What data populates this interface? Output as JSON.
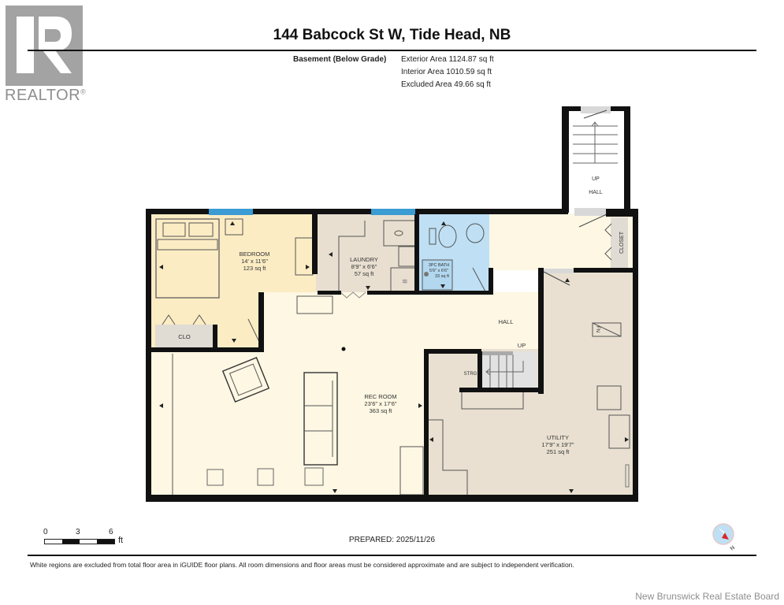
{
  "branding": {
    "logo_letter": "R",
    "logo_text": "REALTOR",
    "logo_mark": "®",
    "board_credit": "New Brunswick Real Estate Board"
  },
  "header": {
    "title": "144 Babcock St W, Tide Head, NB",
    "level_name": "Basement (Below Grade)",
    "exterior_area": "Exterior Area 1124.87 sq ft",
    "interior_area": "Interior Area 1010.59 sq ft",
    "excluded_area": "Excluded Area 49.66 sq ft"
  },
  "rooms": {
    "bedroom": {
      "name": "BEDROOM",
      "dims": "14' x 11'6\"",
      "area": "123 sq ft"
    },
    "laundry": {
      "name": "LAUNDRY",
      "dims": "8'9\" x 6'6\"",
      "area": "57 sq ft"
    },
    "bath": {
      "name": "3PC BATH",
      "dims": "5'6\" x 6'6\"",
      "area": "33 sq ft"
    },
    "rec_room": {
      "name": "REC ROOM",
      "dims": "23'6\" x 17'6\"",
      "area": "363 sq ft"
    },
    "utility": {
      "name": "UTILITY",
      "dims": "17'9\" x 19'7\"",
      "area": "251 sq ft"
    }
  },
  "labels": {
    "clo": "CLO",
    "closet": "CLOSET",
    "hall": "HALL",
    "up": "UP",
    "strg": "STRG",
    "fn": "FN",
    "stair_up": "UP",
    "stair_hall": "HALL"
  },
  "scale": {
    "ticks": [
      "0",
      "3",
      "6"
    ],
    "unit": "ft"
  },
  "compass": {
    "label": "N"
  },
  "footer": {
    "prepared": "PREPARED: 2025/11/26",
    "disclaimer": "White regions are excluded from total floor area in iGUIDE floor plans. All room dimensions and floor areas must be considered approximate and are subject to independent verification."
  },
  "colors": {
    "wall": "#111111",
    "bedroom_fill": "#fbecc4",
    "hall_fill": "#fdf7e3",
    "laundry_fill": "#e8dfd0",
    "utility_fill": "#e9e0d1",
    "bath_fill": "#bfe0f4",
    "window": "#3b9bd3",
    "closet_fill": "#e0dbd3"
  }
}
